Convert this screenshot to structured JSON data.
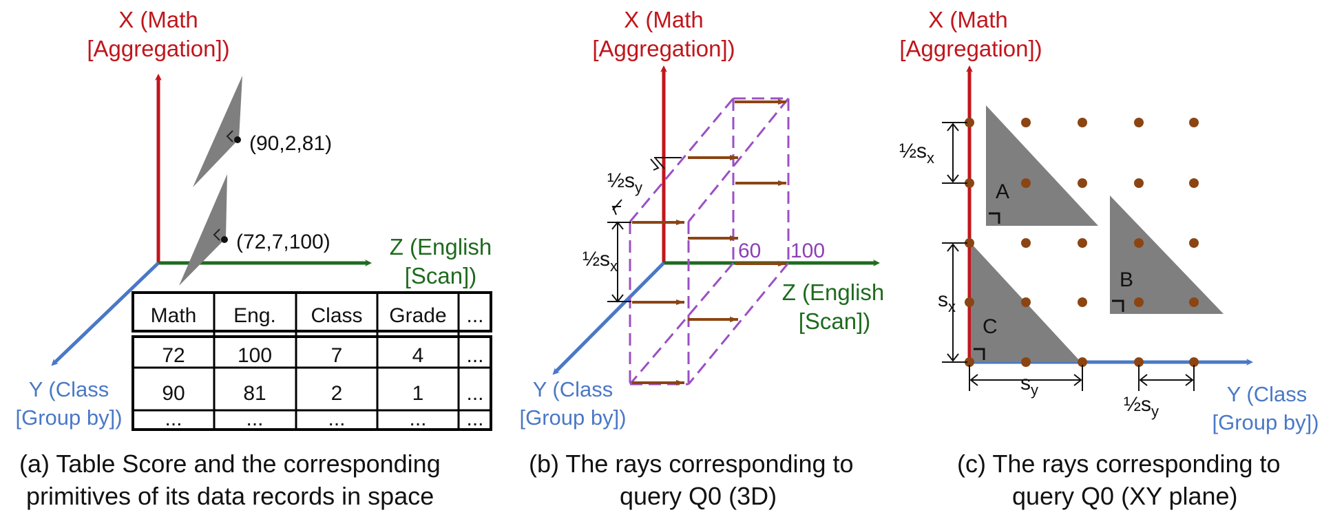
{
  "panel_a": {
    "axis_x": [
      "X (Math",
      "[Aggregation])"
    ],
    "axis_z": [
      "Z (English",
      "[Scan])"
    ],
    "axis_y": [
      "Y (Class",
      "[Group by])"
    ],
    "point_1": "(90,2,81)",
    "point_2": "(72,7,100)",
    "table": {
      "headers": [
        "Math",
        "Eng.",
        "Class",
        "Grade",
        "..."
      ],
      "rows": [
        [
          "72",
          "100",
          "7",
          "4",
          "..."
        ],
        [
          "90",
          "81",
          "2",
          "1",
          "..."
        ],
        [
          "...",
          "...",
          "...",
          "...",
          "..."
        ]
      ]
    },
    "caption": [
      "(a)  Table Score and the corresponding",
      "primitives of its data records in space"
    ]
  },
  "panel_b": {
    "axis_x": [
      "X (Math",
      "[Aggregation])"
    ],
    "axis_z": [
      "Z (English",
      "[Scan])"
    ],
    "axis_y": [
      "Y (Class",
      "[Group by])"
    ],
    "half_sy": "½s",
    "half_sy_sub": "y",
    "half_sx": "½s",
    "half_sx_sub": "x",
    "tick_60": "60",
    "tick_100": "100",
    "caption": [
      "(b)  The rays corresponding to",
      "query Q0 (3D)"
    ]
  },
  "panel_c": {
    "axis_x": [
      "X (Math",
      "[Aggregation])"
    ],
    "axis_y": [
      "Y (Class",
      "[Group by])"
    ],
    "half_sx": "½s",
    "half_sx_sub": "x",
    "sx": "s",
    "sx_sub": "x",
    "sy": "s",
    "sy_sub": "y",
    "half_sy": "½s",
    "half_sy_sub": "y",
    "tri_a": "A",
    "tri_b": "B",
    "tri_c": "C",
    "caption": [
      "(c)  The rays corresponding to",
      "query Q0 (XY plane)"
    ]
  },
  "colors": {
    "x_axis": "#c0161c",
    "z_axis": "#1e6b1e",
    "y_axis": "#4a78c6",
    "ray": "#8b4513",
    "box": "#9b4fc4",
    "primitive": "#7f7f7f"
  }
}
